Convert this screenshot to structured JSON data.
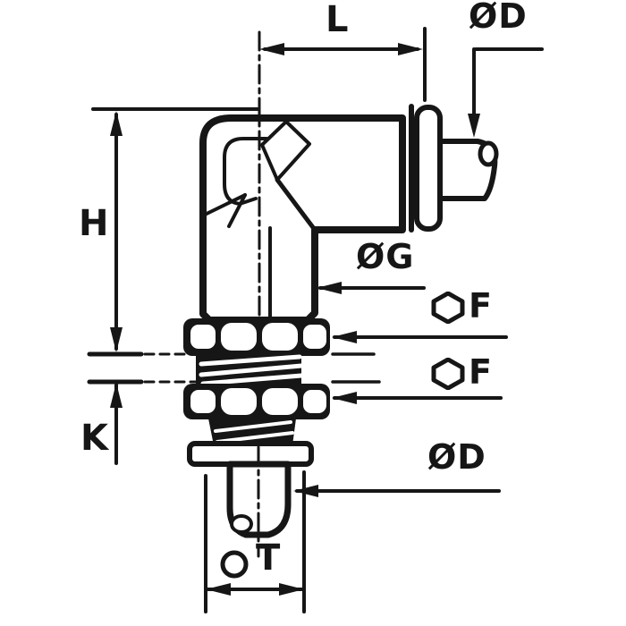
{
  "drawing": {
    "paper_color": "#ffffff",
    "ink_color": "#161616",
    "callouts": {
      "length_top": "L",
      "tube_diameter_top": "ØD",
      "height": "H",
      "body_diameter": "ØG",
      "hex_flats_upper": "F",
      "hex_flats_lower": "F",
      "panel_thickness": "K",
      "tube_diameter_bottom": "ØD",
      "thread_diameter_bottom": "T"
    },
    "symbols": {
      "hex_upper": "hexagon-across-flats",
      "hex_lower": "hexagon-across-flats",
      "circle_bottom": "circle-diameter"
    }
  }
}
